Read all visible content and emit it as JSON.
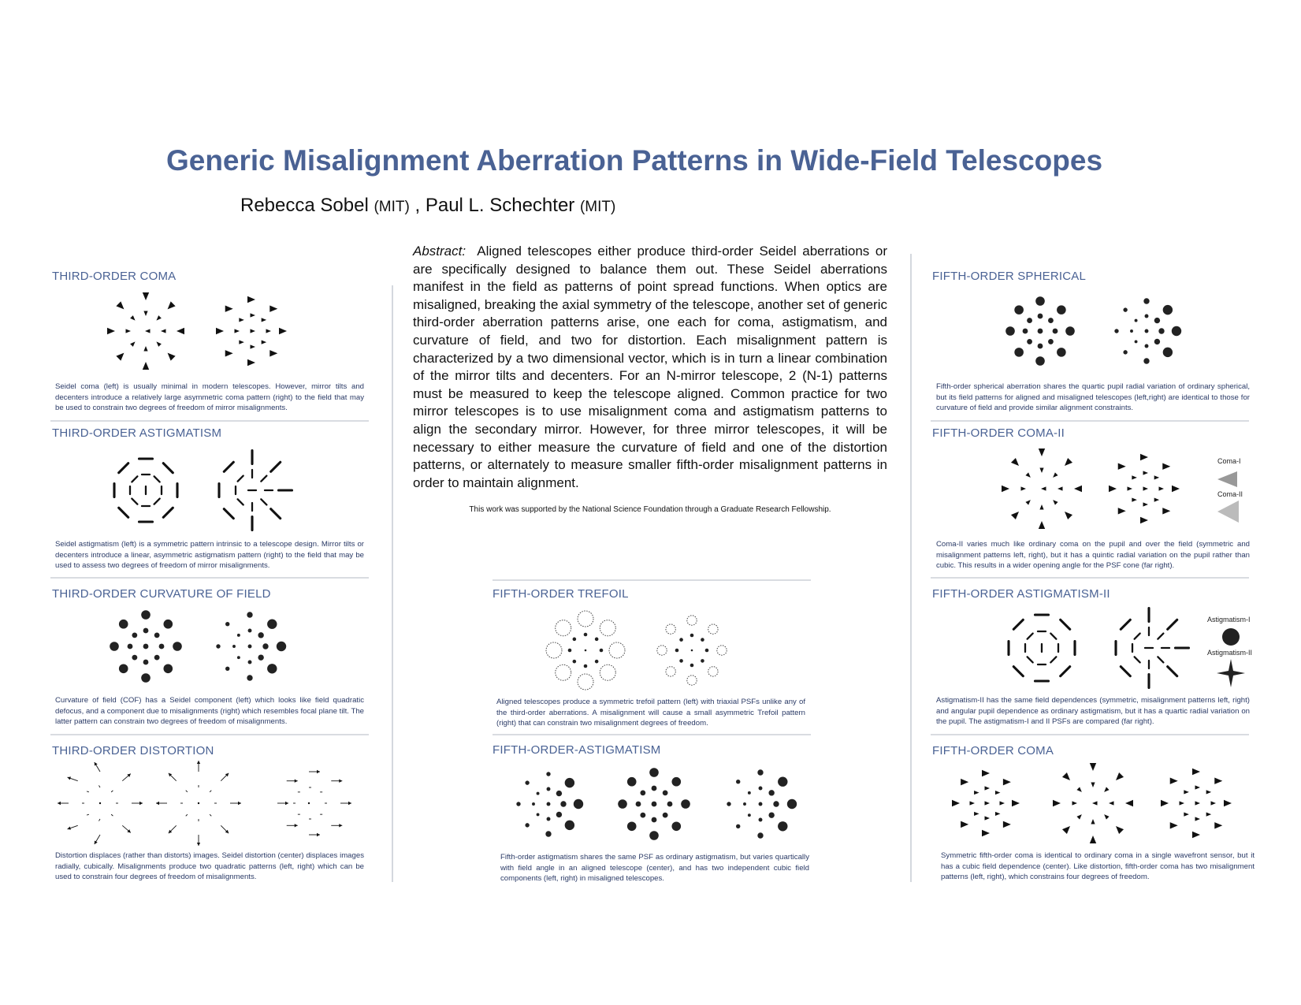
{
  "poster": {
    "title": "Generic Misalignment Aberration Patterns in Wide-Field Telescopes",
    "author1": "Rebecca Sobel",
    "affil1": "(MIT)",
    "separator": " , ",
    "author2": "Paul L. Schechter",
    "affil2": "(MIT)",
    "abstract_label": "Abstract:",
    "abstract_text": "Aligned telescopes either produce third-order Seidel aberrations or are specifically designed to balance them out. These Seidel aberrations manifest in the field as patterns of point spread functions. When optics are misaligned, breaking the axial symmetry of the telescope, another set of generic third-order aberration patterns arise, one each for coma, astigmatism, and curvature of field, and two for distortion. Each misalignment pattern is characterized by a two dimensional vector, which is in turn a linear combination of the mirror tilts and decenters. For an N-mirror telescope, 2 (N-1) patterns must be measured to keep the telescope aligned. Common practice for two mirror telescopes is to use misalignment coma and astigmatism patterns to align the secondary mirror. However, for three mirror telescopes, it will be necessary to either measure the curvature of field and one of the distortion patterns, or alternately to measure smaller fifth-order misalignment patterns in order to maintain alignment.",
    "support": "This work was supported by the National Science Foundation through a Graduate Research Fellowship."
  },
  "sections": {
    "coma3": {
      "title": "THIRD-ORDER COMA",
      "caption": "Seidel coma (left) is usually minimal in modern telescopes.  However, mirror tilts and decenters introduce a relatively large asymmetric coma pattern (right) to the field that may be used to constrain two degrees of freedom of mirror misalignments."
    },
    "astig3": {
      "title": "THIRD-ORDER ASTIGMATISM",
      "caption": "Seidel astigmatism (left) is a symmetric pattern intrinsic to a telescope design.  Mirror tilts or decenters introduce a linear, asymmetric astigmatism pattern (right) to the field that may be used to assess two degrees of freedom of mirror misalignments."
    },
    "cof3": {
      "title": "THIRD-ORDER CURVATURE OF FIELD",
      "caption": "Curvature of field (COF) has a Seidel component (left) which looks like field quadratic defocus, and a component due to misalignments (right) which resembles focal plane tilt. The latter pattern can constrain two degrees of freedom of misalignments."
    },
    "dist3": {
      "title": "THIRD-ORDER DISTORTION",
      "caption": "Distortion displaces (rather than distorts) images. Seidel distortion (center) displaces images radially, cubically. Misalignments produce two quadratic patterns (left, right) which can be used to constrain four degrees of freedom of misalignments."
    },
    "trefoil5": {
      "title": "FIFTH-ORDER TREFOIL",
      "caption": "Aligned telescopes produce a symmetric trefoil pattern (left) with triaxial PSFs unlike any of the third-order aberrations. A misalignment will cause a small asymmetric Trefoil pattern (right) that can constrain two misalignment degrees of freedom."
    },
    "astig5": {
      "title": "FIFTH-ORDER-ASTIGMATISM",
      "caption": "Fifth-order astigmatism shares the same PSF as ordinary astigmatism, but varies quartically with field angle in an aligned telescope (center), and has two independent cubic field components (left, right) in misaligned telescopes."
    },
    "sph5": {
      "title": "FIFTH-ORDER SPHERICAL",
      "caption": "Fifth-order spherical aberration shares the quartic pupil radial variation of ordinary spherical, but its field patterns for aligned and misaligned telescopes (left,right) are identical to those for curvature of field and provide similar alignment constraints."
    },
    "coma2": {
      "title": "FIFTH-ORDER COMA-II",
      "caption": "Coma-II varies much like ordinary coma on the pupil and over the field (symmetric and misalignment patterns left, right), but it has a quintic radial variation on the pupil rather than cubic.  This results in a wider opening angle for the PSF cone (far right).",
      "label_a": "Coma-I",
      "label_b": "Coma-II"
    },
    "astig2": {
      "title": "FIFTH-ORDER ASTIGMATISM-II",
      "caption": "Astigmatism-II has the same field dependences (symmetric, misalignment patterns left, right) and angular pupil dependence as ordinary astigmatism, but it has a quartic radial variation on the pupil. The astigmatism-I and II PSFs are compared (far right).",
      "label_a": "Astigmatism-I",
      "label_b": "Astigmatism-II"
    },
    "coma5": {
      "title": "FIFTH-ORDER COMA",
      "caption": "Symmetric fifth-order coma is identical to ordinary coma in a single wavefront sensor, but it has a cubic field dependence (center). Like distortion, fifth-order coma has two misalignment patterns (left, right), which constrains four degrees of freedom."
    }
  },
  "colors": {
    "title": "#4a6294",
    "section": "#4a6294",
    "caption": "#2a3a66",
    "rule": "#d9dce1",
    "ink": "#111111"
  }
}
